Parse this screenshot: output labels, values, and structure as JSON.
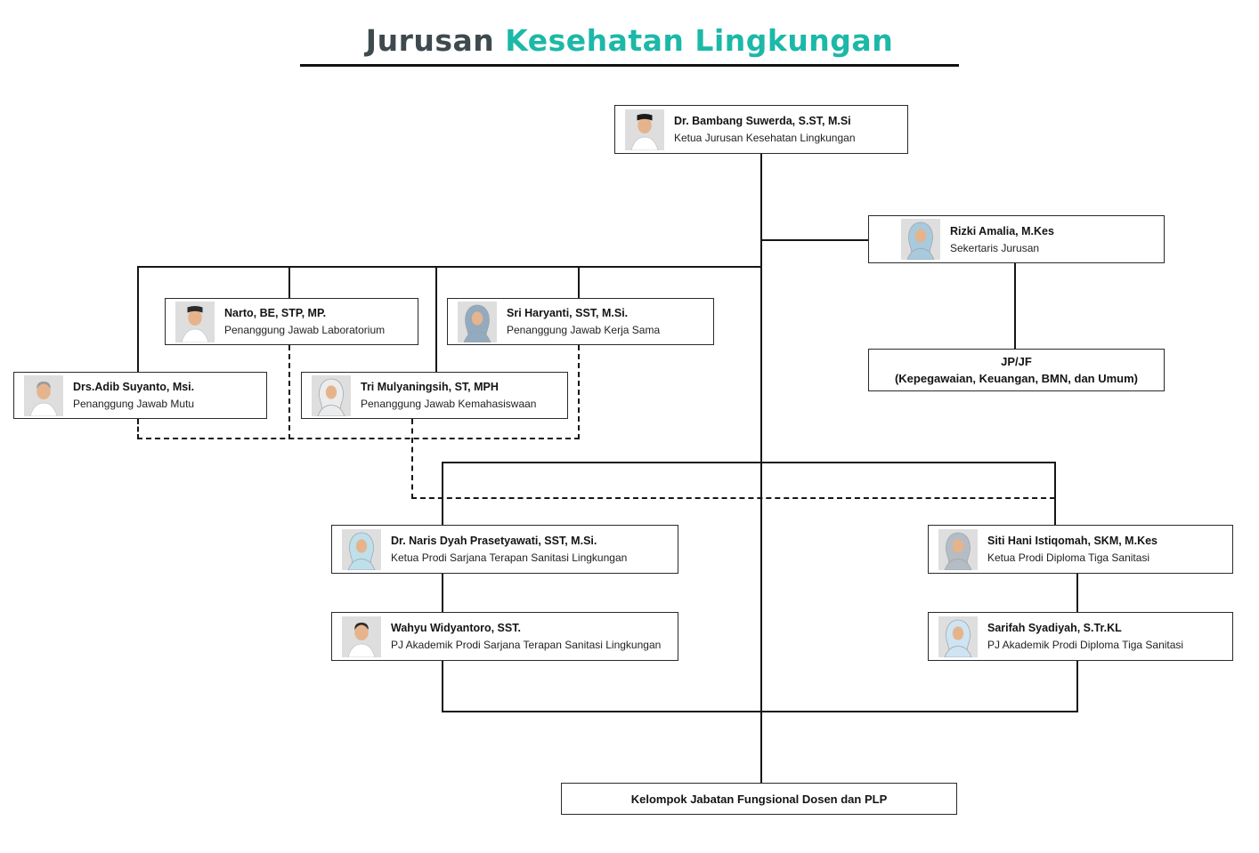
{
  "title": {
    "prefix": "Jurusan ",
    "highlight": "Kesehatan Lingkungan",
    "prefix_color": "#3e4a4e",
    "accent_color": "#1cb8a8"
  },
  "boxes": {
    "ketua": {
      "name": "Dr. Bambang Suwerda, S.ST, M.Si",
      "role": "Ketua Jurusan Kesehatan Lingkungan",
      "photo": {
        "kind": "man-peci",
        "hair": "#1b1b1b"
      }
    },
    "sekretaris": {
      "name": "Rizki Amalia, M.Kes",
      "role": "Sekertaris Jurusan",
      "photo": {
        "kind": "hijab",
        "color": "#a9c9dd"
      }
    },
    "jpjf": {
      "line1": "JP/JF",
      "line2": "(Kepegawaian, Keuangan, BMN, dan Umum)"
    },
    "lab": {
      "name": "Narto, BE, STP, MP.",
      "role": "Penanggung Jawab Laboratorium",
      "photo": {
        "kind": "man-peci",
        "hair": "#2b2b2b"
      }
    },
    "kerjasama": {
      "name": "Sri Haryanti, SST, M.Si.",
      "role": "Penanggung Jawab Kerja Sama",
      "photo": {
        "kind": "hijab",
        "color": "#93aabf"
      }
    },
    "mutu": {
      "name": "Drs.Adib Suyanto, Msi.",
      "role": "Penanggung Jawab Mutu",
      "photo": {
        "kind": "man",
        "hair": "#9a9a9a"
      }
    },
    "kemahasiswaan": {
      "name": "Tri Mulyaningsih, ST, MPH",
      "role": "Penanggung Jawab Kemahasiswaan",
      "photo": {
        "kind": "hijab",
        "color": "#ececec"
      }
    },
    "sarjana_ketua": {
      "name": "Dr. Naris Dyah Prasetyawati, SST, M.Si.",
      "role": "Ketua Prodi Sarjana Terapan Sanitasi Lingkungan",
      "photo": {
        "kind": "hijab",
        "color": "#bfdfeb"
      }
    },
    "sarjana_pj": {
      "name": "Wahyu Widyantoro, SST.",
      "role": "PJ Akademik Prodi Sarjana Terapan Sanitasi Lingkungan",
      "photo": {
        "kind": "man",
        "hair": "#2b2b2b"
      }
    },
    "diploma_ketua": {
      "name": "Siti Hani Istiqomah, SKM, M.Kes",
      "role": "Ketua Prodi Diploma Tiga Sanitasi",
      "photo": {
        "kind": "hijab",
        "color": "#b5bcc4"
      }
    },
    "diploma_pj": {
      "name": "Sarifah Syadiyah, S.Tr.KL",
      "role": "PJ Akademik Prodi Diploma Tiga Sanitasi",
      "photo": {
        "kind": "hijab",
        "color": "#cfe4f2"
      }
    },
    "kelompok": {
      "label": "Kelompok Jabatan Fungsional Dosen dan PLP"
    }
  }
}
